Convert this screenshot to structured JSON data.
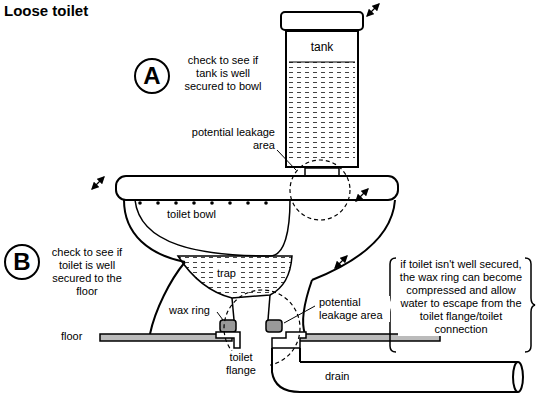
{
  "diagram": {
    "title": "Loose toilet",
    "nodes": [
      {
        "text": [
          "A"
        ]
      },
      {
        "text": [
          "tank"
        ]
      },
      {
        "text": [
          "B"
        ]
      }
    ],
    "labels": [
      "check to see if tank is well secured to bowl",
      "potential leakage area",
      "toilet bowl",
      "check to see if toilet is well secured to the floor",
      "trap",
      "wax ring",
      "potential leakage area",
      "if toilet isn't well secured, the wax ring can become compressed and allow water to escape from the toilet flange/toilet connection",
      "floor",
      "toilet flange",
      "drain"
    ]
  }
}
